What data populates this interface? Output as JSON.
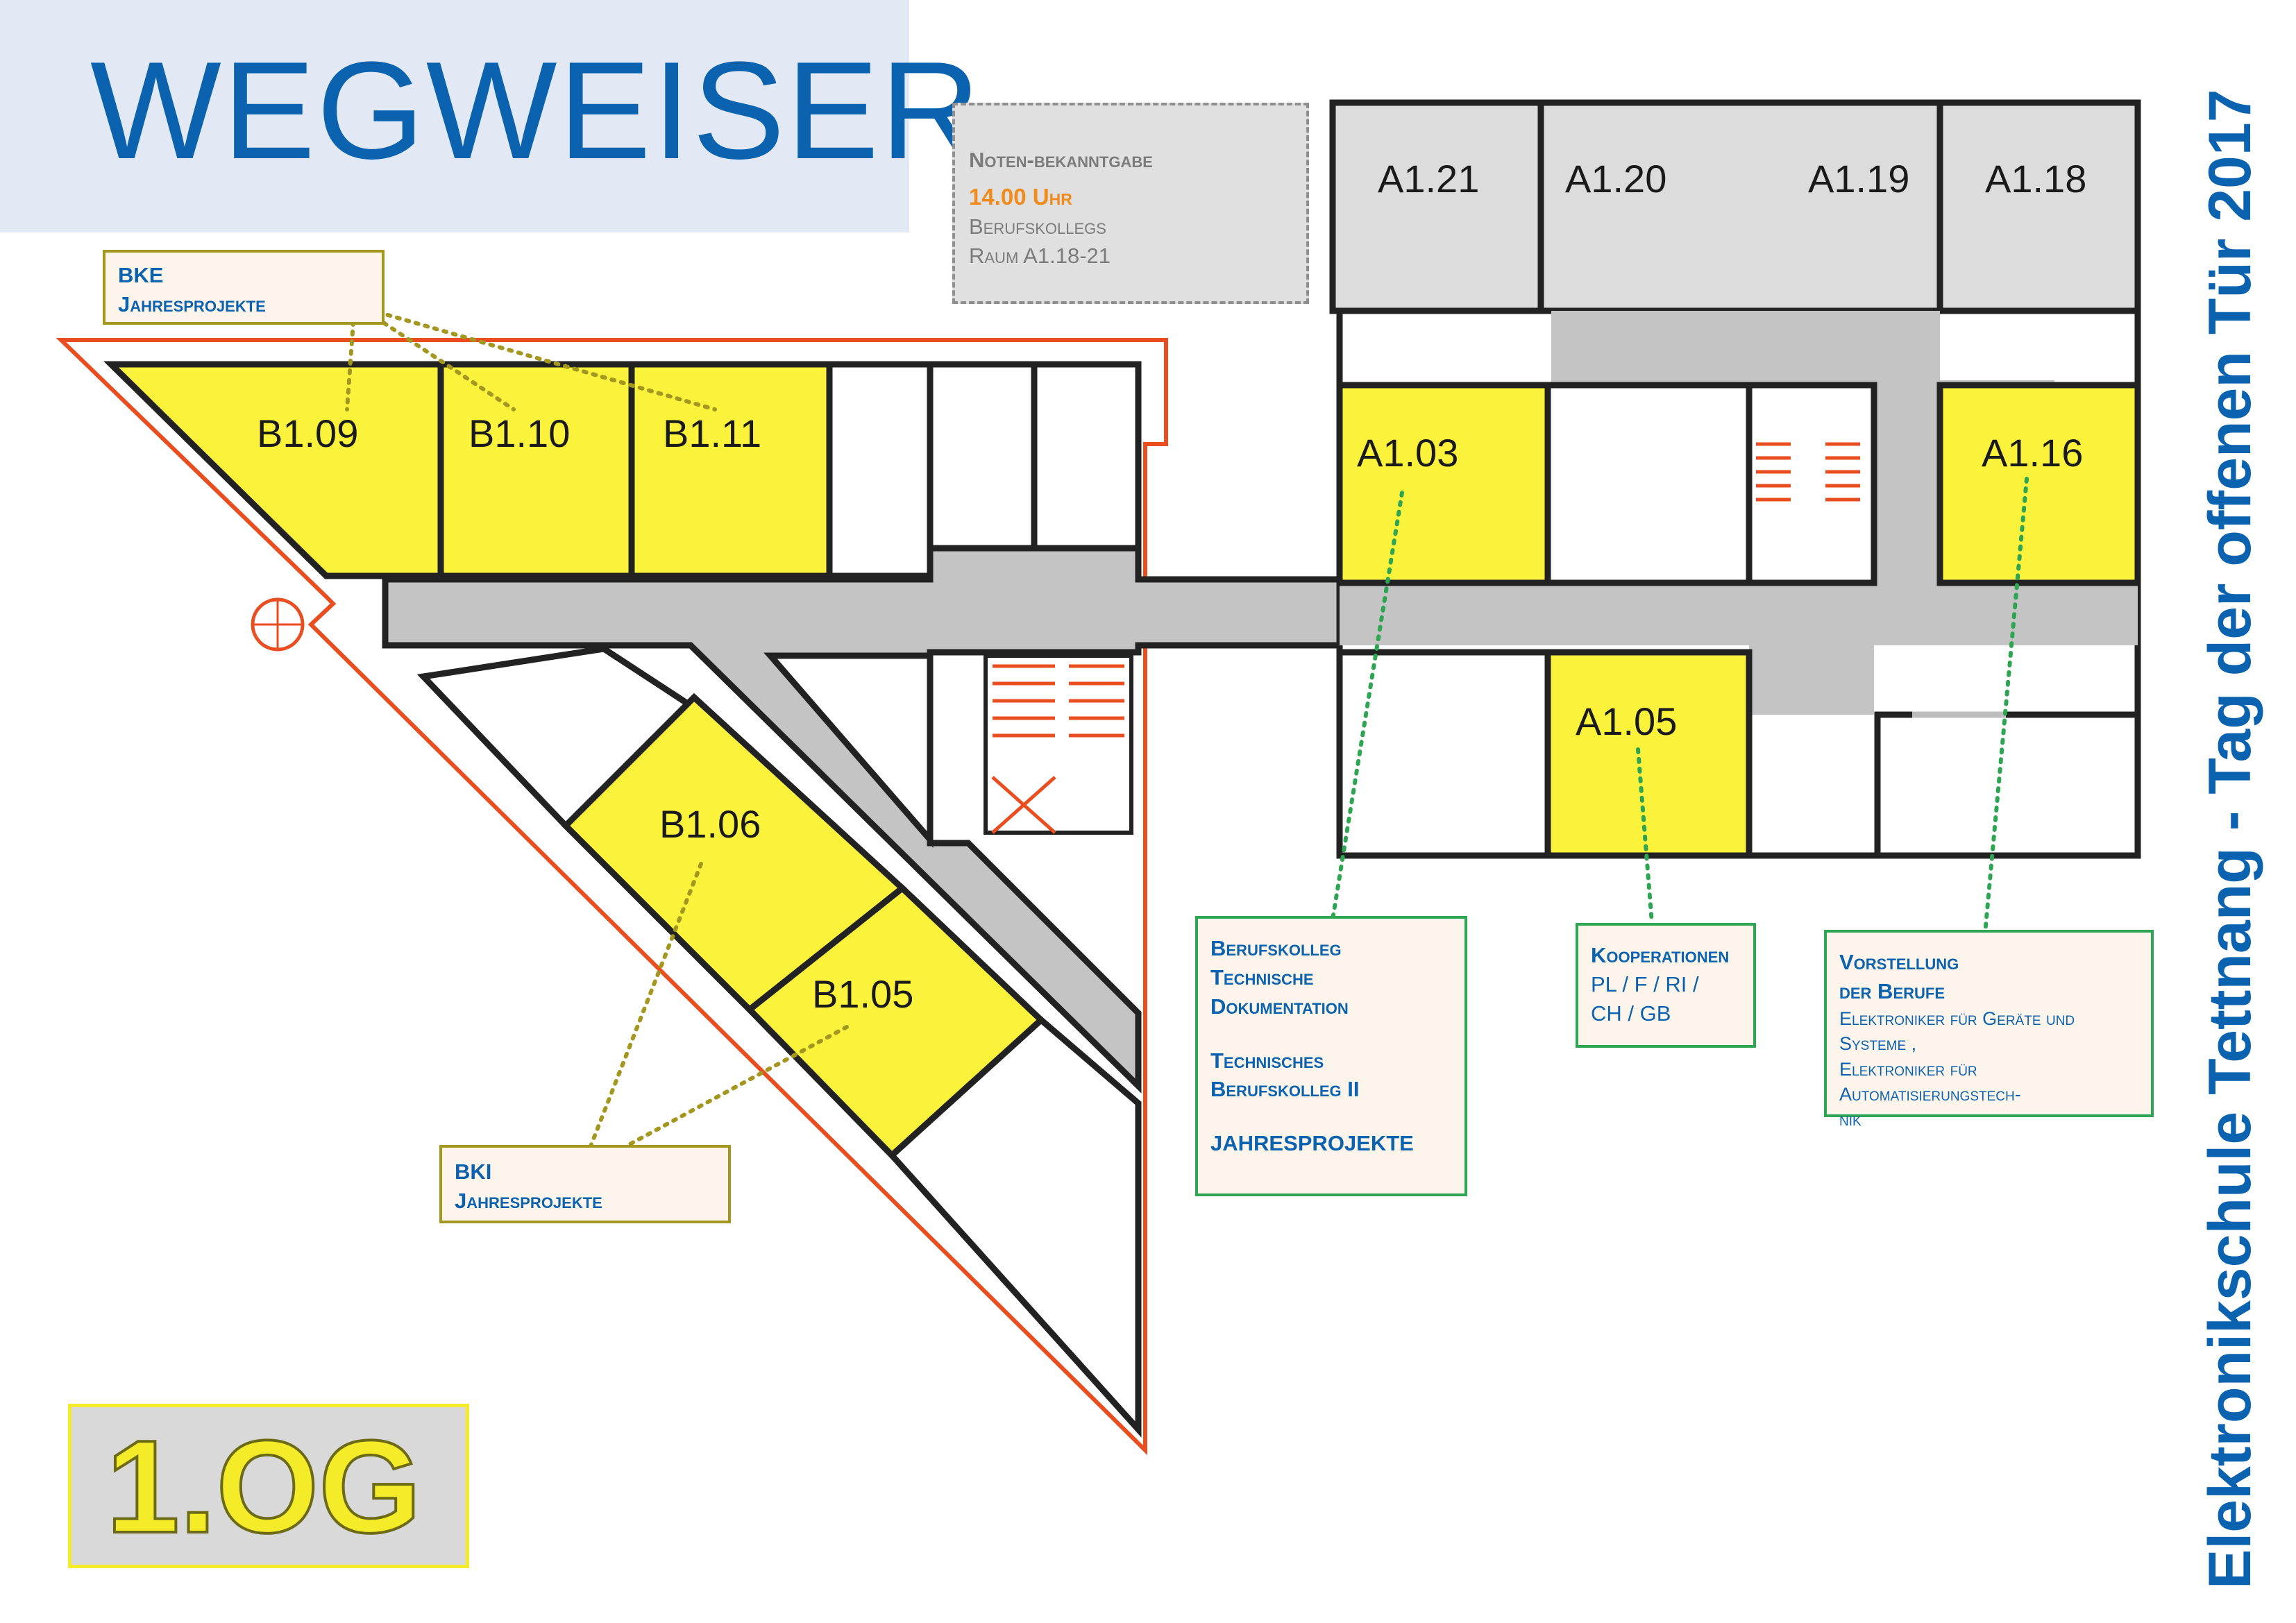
{
  "title": "WEGWEISER",
  "floor": "1.OG",
  "side_title": "Elektronikschule Tettnang - Tag der offenen Tür 2017",
  "rooms": {
    "a121": "A1.21",
    "a120": "A1.20",
    "a119": "A1.19",
    "a118": "A1.18",
    "a103": "A1.03",
    "a116": "A1.16",
    "a105": "A1.05",
    "b109": "B1.09",
    "b110": "B1.10",
    "b111": "B1.11",
    "b106": "B1.06",
    "b105": "B1.05"
  },
  "info": {
    "noten": {
      "line1": "Noten-bekanntgabe",
      "time": "14.00 Uhr",
      "line3": "Berufskollegs",
      "line4": "Raum A1.18-21"
    },
    "bke": {
      "line1": "BKE",
      "line2": "Jahresprojekte"
    },
    "bki": {
      "line1": "BKI",
      "line2": "Jahresprojekte"
    },
    "berufskolleg": {
      "line1": "Berufskolleg",
      "line2": "Technische",
      "line3": "Dokumentation",
      "line4": "Technisches",
      "line5": "Berufskolleg II",
      "line6": "JAHRESPROJEKTE"
    },
    "kooperationen": {
      "line1": "Kooperationen",
      "line2": "PL / F / RI /",
      "line3": "CH / GB"
    },
    "vorstellung": {
      "line1": "Vorstellung",
      "line2": "der Berufe",
      "line3": "Elektroniker für Geräte und Systeme ,",
      "line4": "Elektroniker für Automatisierungstech-",
      "line5": "nik"
    }
  },
  "colors": {
    "room_yellow": "#fbf23c",
    "corridor_grey": "#c4c4c4",
    "outline_orange": "#e84e1f",
    "accent_blue": "#0b63b0"
  }
}
